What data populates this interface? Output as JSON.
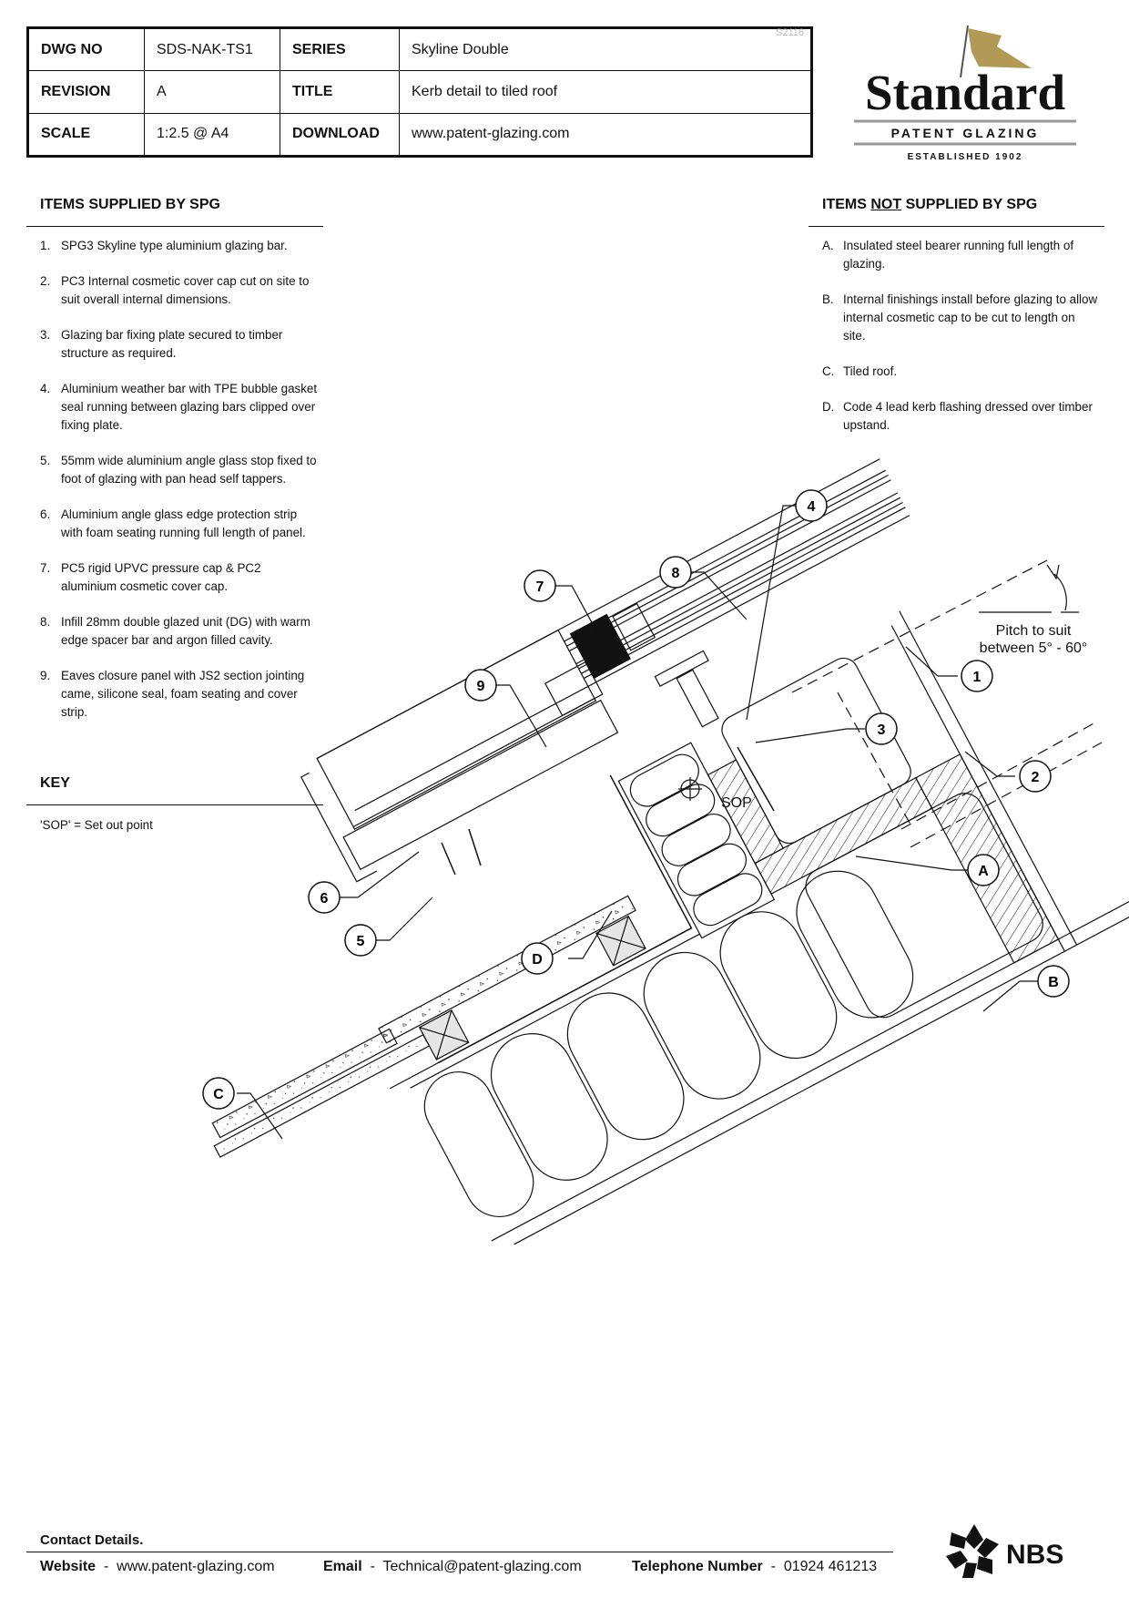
{
  "title_block": {
    "dwg_no_label": "DWG NO",
    "dwg_no": "SDS-NAK-TS1",
    "series_label": "SERIES",
    "series": "Skyline Double",
    "revision_label": "REVISION",
    "revision": "A",
    "title_label": "TITLE",
    "title": "Kerb detail to tiled roof",
    "scale_label": "SCALE",
    "scale": "1:2.5 @ A4",
    "download_label": "DOWNLOAD",
    "download": "www.patent-glazing.com",
    "sheet_ref": "S2116"
  },
  "logo": {
    "name": "Standard",
    "line1": "PATENT GLAZING",
    "line2": "ESTABLISHED 1902",
    "flag_color": "#b09a55"
  },
  "supplied": {
    "heading": "ITEMS SUPPLIED BY SPG",
    "items": [
      {
        "num": "1.",
        "text": "SPG3 Skyline type aluminium glazing bar."
      },
      {
        "num": "2.",
        "text": "PC3 Internal cosmetic cover cap cut on site to suit overall internal dimensions."
      },
      {
        "num": "3.",
        "text": "Glazing bar fixing plate secured to timber structure as required."
      },
      {
        "num": "4.",
        "text": "Aluminium weather bar with TPE bubble gasket seal running between glazing bars clipped over fixing plate."
      },
      {
        "num": "5.",
        "text": "55mm wide aluminium angle glass stop fixed to foot of glazing with pan head self tappers."
      },
      {
        "num": "6.",
        "text": "Aluminium angle glass edge protection strip with foam seating running full length of panel."
      },
      {
        "num": "7.",
        "text": "PC5 rigid UPVC pressure cap & PC2 aluminium cosmetic cover cap."
      },
      {
        "num": "8.",
        "text": "Infill 28mm double glazed unit (DG) with warm edge spacer bar and argon filled cavity."
      },
      {
        "num": "9.",
        "text": "Eaves closure panel with JS2 section jointing came, silicone seal, foam seating and cover strip."
      }
    ]
  },
  "not_supplied": {
    "heading_pre": "ITEMS ",
    "heading_not": "NOT",
    "heading_post": " SUPPLIED BY SPG",
    "items": [
      {
        "num": "A.",
        "text": "Insulated steel bearer running full length of glazing."
      },
      {
        "num": "B.",
        "text": "Internal finishings install before glazing to allow internal cosmetic cap to be cut to length on site."
      },
      {
        "num": "C.",
        "text": "Tiled roof."
      },
      {
        "num": "D.",
        "text": "Code 4 lead kerb flashing dressed over timber upstand."
      }
    ]
  },
  "key": {
    "heading": "KEY",
    "text": "'SOP' = Set out point"
  },
  "drawing": {
    "sop": "SOP",
    "pitch_line1": "Pitch to suit",
    "pitch_line2": "between 5° - 60°",
    "callouts": {
      "c1": "1",
      "c2": "2",
      "c3": "3",
      "c4": "4",
      "c5": "5",
      "c6": "6",
      "c7": "7",
      "c8": "8",
      "c9": "9",
      "cA": "A",
      "cB": "B",
      "cC": "C",
      "cD": "D"
    }
  },
  "contact": {
    "heading": "Contact Details.",
    "website_label": "Website",
    "website": "www.patent-glazing.com",
    "email_label": "Email",
    "email": "Technical@patent-glazing.com",
    "phone_label": "Telephone Number",
    "phone": "01924 461213",
    "sep": "-"
  },
  "nbs": {
    "text": "NBS"
  }
}
